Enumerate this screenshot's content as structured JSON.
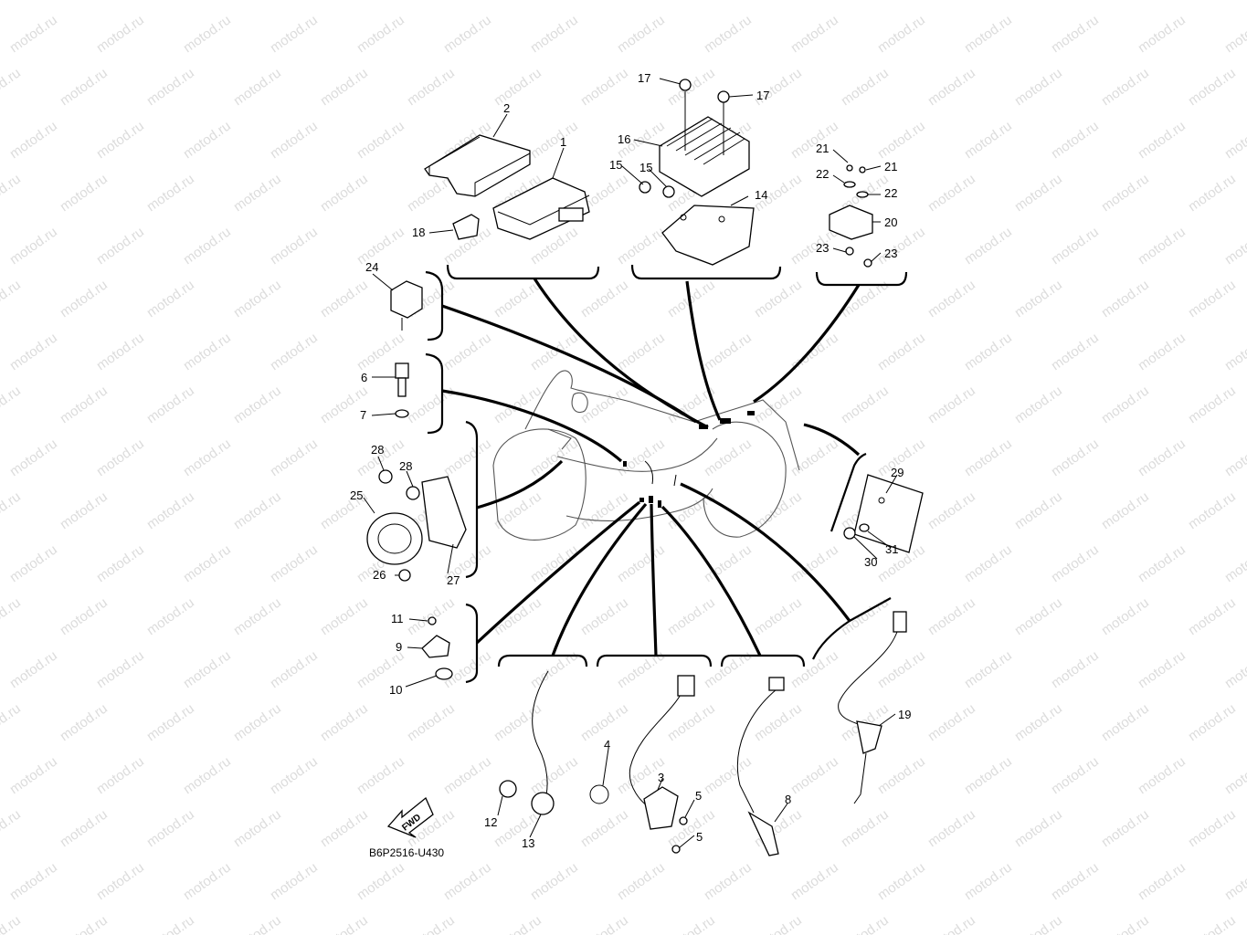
{
  "diagram": {
    "drawing_code": "B6P2516-U430",
    "fwd_label": "FWD",
    "watermark": "motod.ru",
    "callouts": {
      "c1": "1",
      "c2": "2",
      "c3": "3",
      "c4": "4",
      "c5a": "5",
      "c5b": "5",
      "c6": "6",
      "c7": "7",
      "c8": "8",
      "c9": "9",
      "c10": "10",
      "c11": "11",
      "c12": "12",
      "c13": "13",
      "c14": "14",
      "c15a": "15",
      "c15b": "15",
      "c16": "16",
      "c17a": "17",
      "c17b": "17",
      "c18": "18",
      "c19": "19",
      "c20": "20",
      "c21a": "21",
      "c21b": "21",
      "c22a": "22",
      "c22b": "22",
      "c23a": "23",
      "c23b": "23",
      "c24": "24",
      "c25": "25",
      "c26": "26",
      "c27": "27",
      "c28a": "28",
      "c28b": "28",
      "c29": "29",
      "c30": "30",
      "c31": "31"
    }
  }
}
